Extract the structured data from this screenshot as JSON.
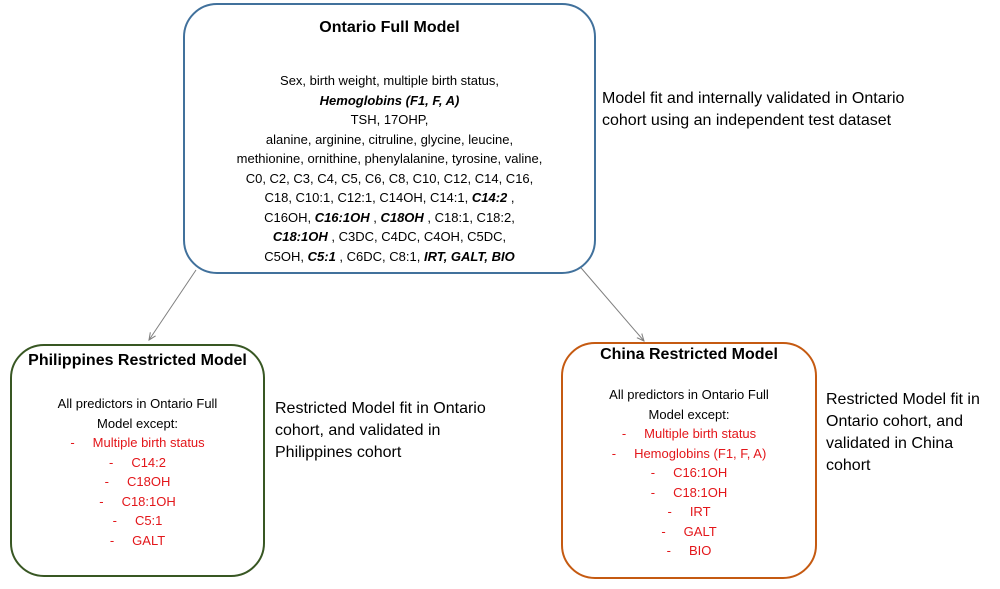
{
  "ontario": {
    "title": "Ontario Full Model",
    "predictor_lines": [
      [
        {
          "t": "Sex, birth weight, multiple birth status,",
          "bi": false
        }
      ],
      [
        {
          "t": "Hemoglobins (F1, F, A)",
          "bi": true
        }
      ],
      [
        {
          "t": "TSH, 17OHP,",
          "bi": false
        }
      ],
      [
        {
          "t": "alanine, arginine, citruline, glycine, leucine,",
          "bi": false
        }
      ],
      [
        {
          "t": "methionine,  ornithine,  phenylalanine, tyrosine, valine,",
          "bi": false
        }
      ],
      [
        {
          "t": "C0, C2, C3, C4, C5, C6, C8, C10, C12, C14, C16,",
          "bi": false
        }
      ],
      [
        {
          "t": "C18, C10:1, C12:1, C14OH, C14:1, ",
          "bi": false
        },
        {
          "t": "C14:2",
          "bi": true
        },
        {
          "t": " ,",
          "bi": false
        }
      ],
      [
        {
          "t": "C16OH, ",
          "bi": false
        },
        {
          "t": "C16:1OH",
          "bi": true
        },
        {
          "t": " , ",
          "bi": false
        },
        {
          "t": "C18OH",
          "bi": true
        },
        {
          "t": " , C18:1, C18:2,",
          "bi": false
        }
      ],
      [
        {
          "t": "C18:1OH",
          "bi": true
        },
        {
          "t": " , C3DC, C4DC, C4OH, C5DC,",
          "bi": false
        }
      ],
      [
        {
          "t": "C5OH, ",
          "bi": false
        },
        {
          "t": "C5:1",
          "bi": true
        },
        {
          "t": " , C6DC, C8:1, ",
          "bi": false
        },
        {
          "t": "IRT, GALT, BIO",
          "bi": true
        }
      ]
    ],
    "description": "Model fit and internally validated in Ontario cohort using an independent test dataset"
  },
  "philippines": {
    "title": "Philippines Restricted Model",
    "intro": "All predictors in Ontario Full Model except:",
    "exceptions": [
      "Multiple birth status",
      "C14:2",
      "C18OH",
      "C18:1OH",
      "C5:1",
      "GALT"
    ],
    "description": "Restricted Model fit in Ontario cohort, and validated in Philippines cohort"
  },
  "china": {
    "title": "China Restricted Model",
    "intro": "All predictors in Ontario Full Model except:",
    "exceptions": [
      "Multiple birth status",
      "Hemoglobins (F1, F, A)",
      "C16:1OH",
      "C18:1OH",
      "IRT",
      "GALT",
      "BIO"
    ],
    "description": "Restricted Model fit in Ontario cohort, and validated in China cohort"
  },
  "colors": {
    "ontario_border": "#41719c",
    "philippines_border": "#385723",
    "china_border": "#c55a11",
    "exception_text": "#e3161a",
    "arrow": "#7f7f7f"
  }
}
